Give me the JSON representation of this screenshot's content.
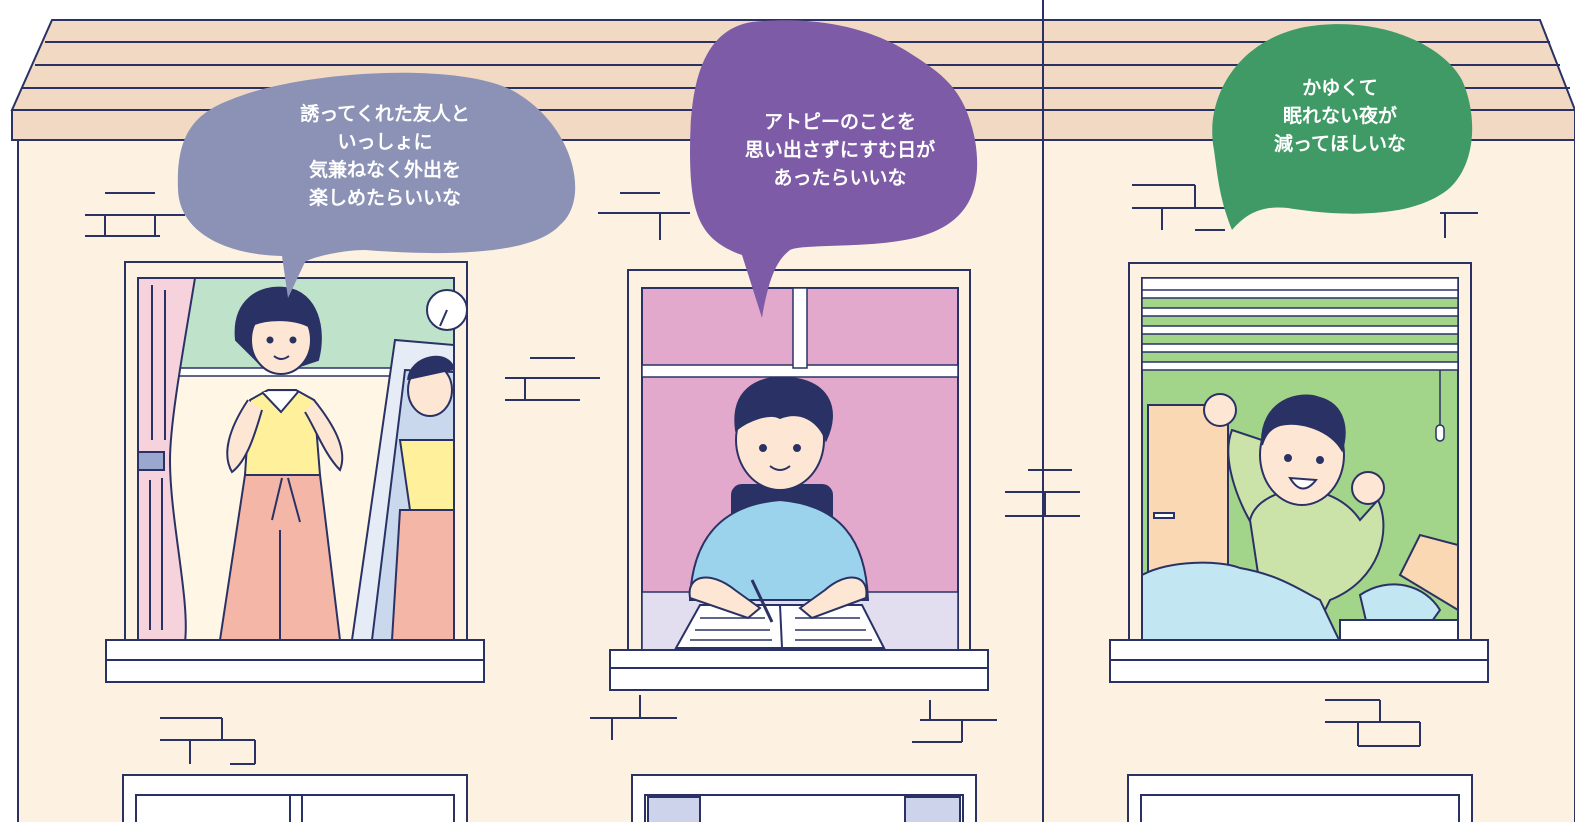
{
  "bubbles": [
    {
      "speaker": "woman",
      "lines": [
        "誘ってくれた友人と",
        "いっしょに",
        "気兼ねなく外出を",
        "楽しめたらいいな"
      ]
    },
    {
      "speaker": "student",
      "lines": [
        "アトピーのことを",
        "思い出さずにすむ日が",
        "あったらいいな"
      ]
    },
    {
      "speaker": "man",
      "lines": [
        "かゆくて",
        "眠れない夜が",
        "減ってほしいな"
      ]
    }
  ],
  "colors": {
    "wall": "#fdf2e2",
    "roof": "#f1d9c3",
    "outline": "#2a3265",
    "bubble_woman": "#8b92b6",
    "bubble_student": "#7d5ba6",
    "bubble_man": "#3f9a66",
    "room_green": "#bfe2cb",
    "room_pink": "#e2a9cd",
    "room_lime": "#a2d48a"
  }
}
